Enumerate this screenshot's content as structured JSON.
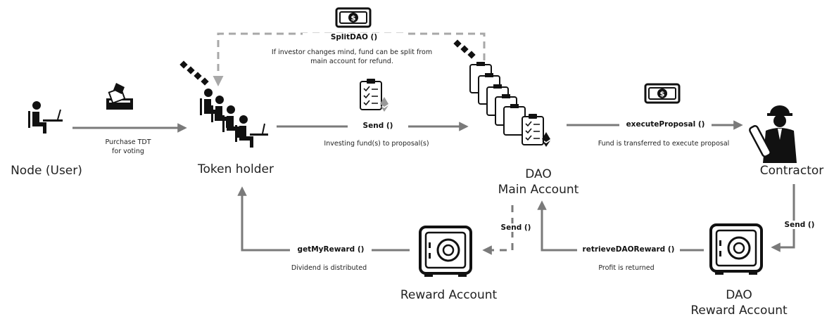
{
  "nodes": {
    "node_user": "Node (User)",
    "token_holder": "Token holder",
    "dao_main_line1": "DAO",
    "dao_main_line2": "Main Account",
    "contractor": "Contractor",
    "reward_account": "Reward Account",
    "dao_reward_line1": "DAO",
    "dao_reward_line2": "Reward Account"
  },
  "edges": {
    "purchase": {
      "desc_line1": "Purchase TDT",
      "desc_line2": "for voting"
    },
    "split": {
      "fn": "SplitDAO ()",
      "desc_line1": "If investor changes mind, fund can be split from",
      "desc_line2": "main account for refund."
    },
    "send_invest": {
      "fn": "Send ()",
      "desc": "Investing fund(s) to proposal(s)"
    },
    "execute": {
      "fn": "executeProposal ()",
      "desc": "Fund is transferred to execute proposal"
    },
    "send_contractor": {
      "fn": "Send ()"
    },
    "retrieve": {
      "fn": "retrieveDAOReward ()",
      "desc": "Profit is returned"
    },
    "send_reward": {
      "fn": "Send ()"
    },
    "get_reward": {
      "fn": "getMyReward ()",
      "desc": "Dividend is distributed"
    }
  },
  "icons": [
    "user-at-desk-icon",
    "voting-ballot-icon",
    "token-holders-icon",
    "money-bill-icon",
    "checklist-ether-icon",
    "contractor-engineer-icon",
    "safe-vault-icon"
  ],
  "colors": {
    "arrow": "#7a7a7a",
    "dashed": "#a8a8a8",
    "ink": "#111111"
  }
}
